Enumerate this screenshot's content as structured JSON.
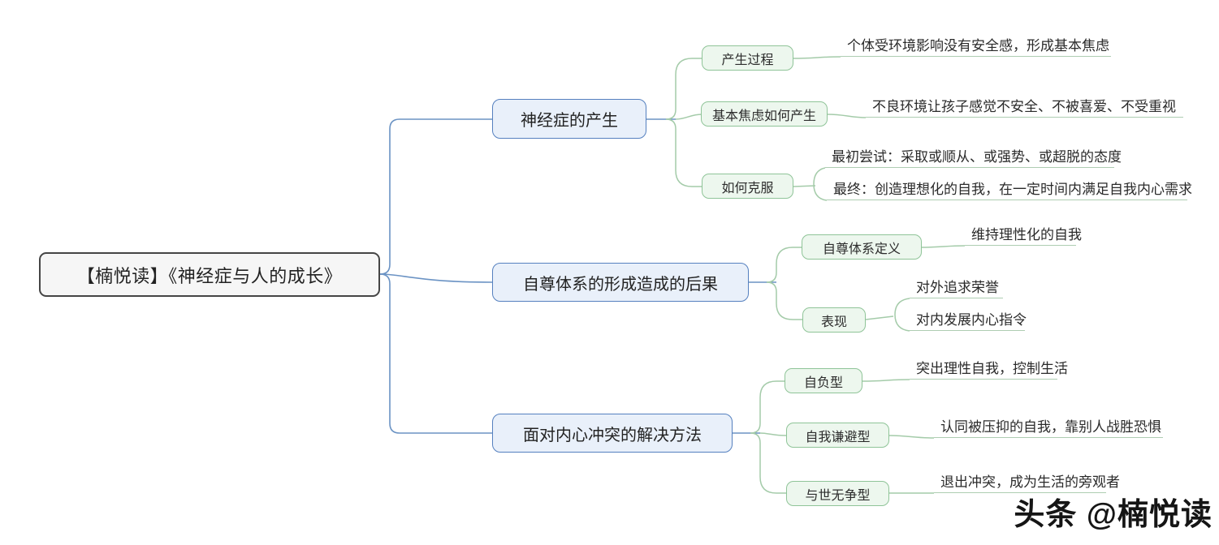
{
  "watermark": "头条 @楠悦读",
  "colors": {
    "root_bg": "#f6f6f6",
    "root_border": "#454545",
    "branch_bg": "#e9f0fa",
    "branch_border": "#5580bf",
    "child_bg": "#edf7ee",
    "child_border": "#8fc498",
    "connector_blue": "#6b93c4",
    "connector_green": "#a4cba9",
    "leaf_underline": "#aecdb2",
    "text": "#2a2a2a"
  },
  "root": {
    "label": "【楠悦读】《神经症与人的成长》"
  },
  "branches": [
    {
      "label": "神经症的产生",
      "children": [
        {
          "label": "产生过程",
          "leaves": [
            "个体受环境影响没有安全感，形成基本焦虑"
          ]
        },
        {
          "label": "基本焦虑如何产生",
          "leaves": [
            "不良环境让孩子感觉不安全、不被喜爱、不受重视"
          ]
        },
        {
          "label": "如何克服",
          "leaves": [
            "最初尝试：采取或顺从、或强势、或超脱的态度",
            "最终：创造理想化的自我，在一定时间内满足自我内心需求"
          ]
        }
      ]
    },
    {
      "label": "自尊体系的形成造成的后果",
      "children": [
        {
          "label": "自尊体系定义",
          "leaves": [
            "维持理性化的自我"
          ]
        },
        {
          "label": "表现",
          "leaves": [
            "对外追求荣誉",
            "对内发展内心指令"
          ]
        }
      ]
    },
    {
      "label": "面对内心冲突的解决方法",
      "children": [
        {
          "label": "自负型",
          "leaves": [
            "突出理性自我，控制生活"
          ]
        },
        {
          "label": "自我谦避型",
          "leaves": [
            "认同被压抑的自我，靠别人战胜恐惧"
          ]
        },
        {
          "label": "与世无争型",
          "leaves": [
            "退出冲突，成为生活的旁观者"
          ]
        }
      ]
    }
  ]
}
